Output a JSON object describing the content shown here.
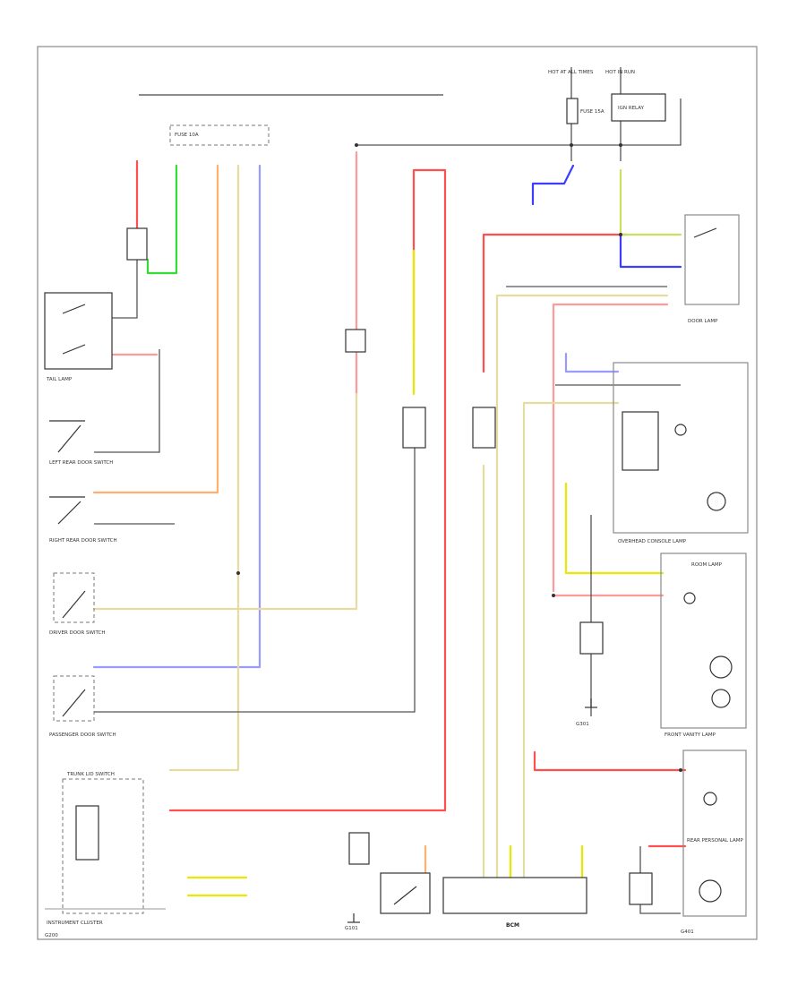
{
  "labels": {
    "ground_main": "G200",
    "instrument_cluster": "INSTRUMENT CLUSTER",
    "tail_lamp": "TAIL LAMP",
    "door_lamp": "DOOR LAMP",
    "overhead_console_lamp": "OVERHEAD CONSOLE LAMP",
    "room_lamp": "ROOM LAMP",
    "front_vanity_lamp": "FRONT VANITY LAMP",
    "rear_personal_lamp": "REAR PERSONAL LAMP",
    "ign_relay": "IGN RELAY",
    "bcm": "BCM",
    "driver_door_switch": "DRIVER DOOR SWITCH",
    "passenger_door_switch": "PASSENGER DOOR SWITCH",
    "left_rear_door_switch": "LEFT REAR DOOR SWITCH",
    "right_rear_door_switch": "RIGHT REAR DOOR SWITCH",
    "trunk_lid_switch": "TRUNK LID SWITCH",
    "hot_at_all_times": "HOT AT ALL TIMES",
    "hot_in_run": "HOT IN RUN",
    "fuse_10a": "FUSE 10A",
    "fuse_15a": "FUSE 15A",
    "ground_g101": "G101",
    "ground_g301": "G301",
    "ground_g401": "G401"
  },
  "colors": {
    "red": "#ff4f4f",
    "green": "#33dd33",
    "orange": "#ffb070",
    "purple": "#9a9aff",
    "blue": "#3d3dff",
    "yellow": "#e8e800",
    "pink": "#ff9a9a",
    "cream": "#e6dca0",
    "yellow_green": "#c8e060",
    "frame": "#8a8a8a",
    "wire_dark": "#333333"
  }
}
